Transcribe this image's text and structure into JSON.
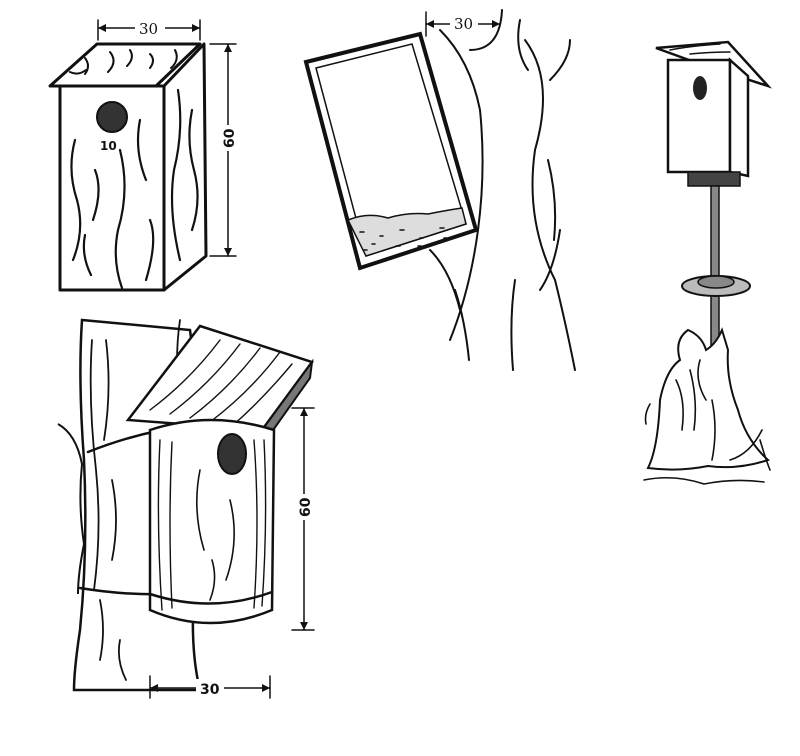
{
  "figure": {
    "box_top_left": {
      "width_label": "30",
      "height_label": "60",
      "hole_label": "10"
    },
    "box_hanging_tree": {
      "width_label": "30"
    },
    "box_round_tree": {
      "width_label": "30",
      "height_label": "60"
    },
    "box_on_pole": {}
  }
}
